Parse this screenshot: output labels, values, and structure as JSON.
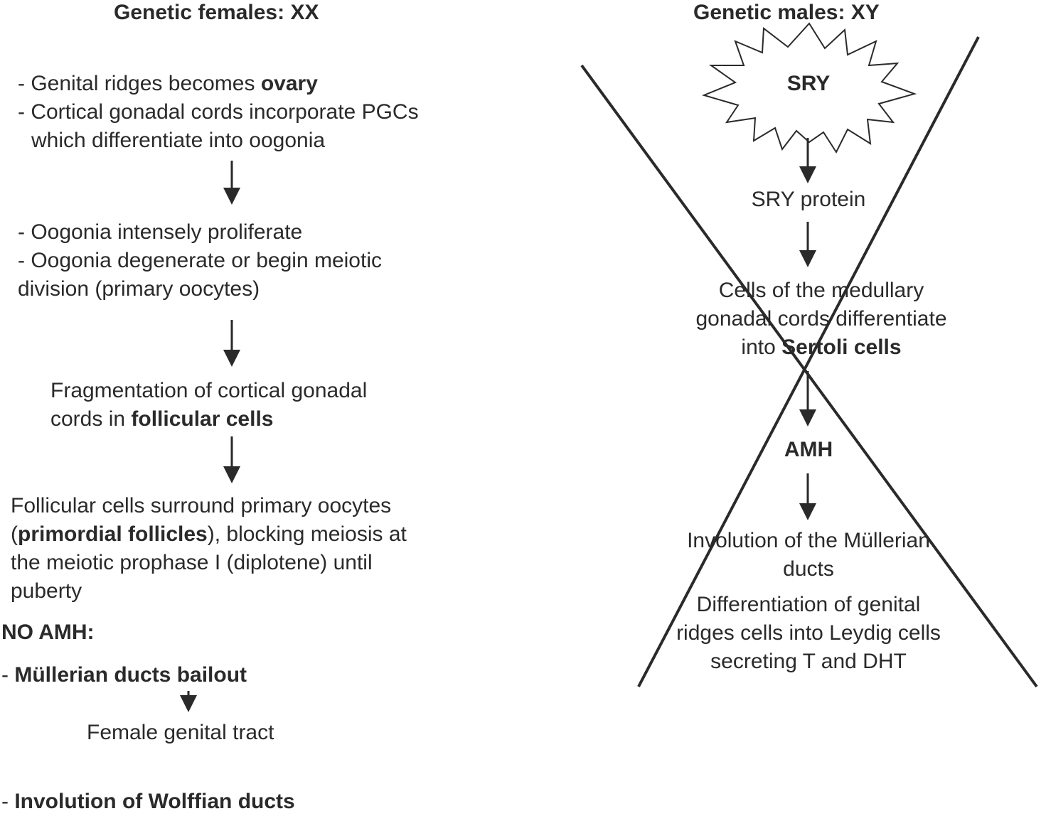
{
  "female": {
    "heading": "Genetic females: XX",
    "block1": {
      "line1_prefix": "- Genital ridges becomes ",
      "line1_bold": "ovary",
      "line2": "- Cortical gonadal cords incorporate PGCs",
      "line3": "which differentiate into oogonia"
    },
    "block2": {
      "line1": "- Oogonia intensely proliferate",
      "line2": "- Oogonia degenerate or begin meiotic",
      "line3": "division (primary oocytes)"
    },
    "block3": {
      "line1": "Fragmentation of cortical gonadal",
      "line2_prefix": "cords in ",
      "line2_bold": "follicular cells"
    },
    "block4": {
      "line1": "Follicular cells surround primary oocytes",
      "line2_open": "(",
      "line2_bold": "primordial follicles",
      "line2_rest": "), blocking meiosis at",
      "line3": "the meiotic prophase I (diplotene) until",
      "line4": "puberty"
    },
    "no_amh": "NO AMH:",
    "mullerian_prefix": "- ",
    "mullerian_bold": "Müllerian ducts bailout",
    "female_tract": "Female genital tract",
    "wolffian_prefix": "- ",
    "wolffian_bold": "Involution of Wolffian ducts"
  },
  "male": {
    "heading": "Genetic males: XY",
    "sry": "SRY",
    "sry_protein": "SRY protein",
    "sertoli_line1": "Cells of the medullary",
    "sertoli_line2": "gonadal cords differentiate",
    "sertoli_line3_prefix": "into ",
    "sertoli_line3_bold": "Sertoli cells",
    "amh": "AMH",
    "involution_line1": "Involution of the Müllerian",
    "involution_line2": "ducts",
    "leydig_line1": "Differentiation of genital",
    "leydig_line2": "ridges cells into Leydig cells",
    "leydig_line3": "secreting T and DHT"
  }
}
